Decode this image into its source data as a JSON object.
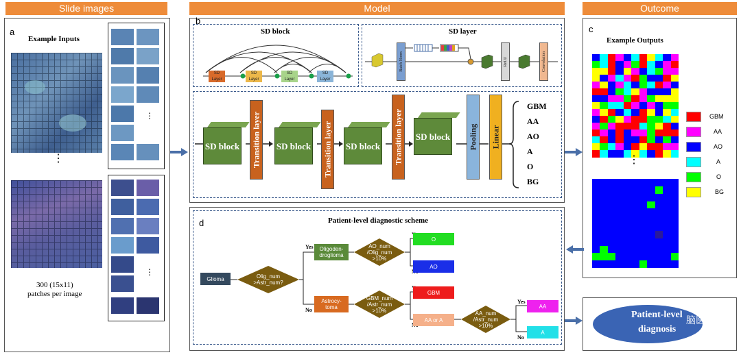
{
  "headers": {
    "slide": "Slide images",
    "model": "Model",
    "outcome": "Outcome"
  },
  "panel_a": {
    "letter": "a",
    "title": "Example Inputs",
    "dots": "⋮",
    "caption1": "300 (15x11)",
    "caption2": "patches per image"
  },
  "panel_b": {
    "letter": "b",
    "sd_block_title": "SD block",
    "sd_layer_title": "SD layer",
    "sd_layer_label": "SD Layer",
    "layer_ops": [
      "Batch Norm",
      "ReLU",
      "Convolution"
    ],
    "blocks": [
      "SD block",
      "SD block",
      "SD block",
      "SD block"
    ],
    "transition": "Transition layer",
    "pooling": "Pooling",
    "linear": "Linear",
    "classes": [
      "GBM",
      "AA",
      "AO",
      "A",
      "O",
      "BG"
    ]
  },
  "panel_c": {
    "letter": "c",
    "title": "Example Outputs",
    "dots": "⋮",
    "legend": [
      {
        "label": "GBM",
        "color": "#ff0000"
      },
      {
        "label": "AA",
        "color": "#ff00ff"
      },
      {
        "label": "AO",
        "color": "#0000ff"
      },
      {
        "label": "A",
        "color": "#00ffff"
      },
      {
        "label": "O",
        "color": "#00ff00"
      },
      {
        "label": "BG",
        "color": "#ffff00"
      }
    ]
  },
  "panel_d": {
    "letter": "d",
    "title": "Patient-level diagnostic scheme",
    "glioma": "Glioma",
    "q1": "Olig_num\n>Astr_num?",
    "yes": "Yes",
    "no": "No",
    "oligo": "Oligoden-\ndroglioma",
    "astro": "Astrocy-\ntoma",
    "q2": "AO_num\n/Olig_num\n>10%",
    "q3": "GBM_num\n/Astr_num\n>10%",
    "q4": "AA_num\n/Astr_num\n>10%",
    "out_o": "O",
    "out_ao": "AO",
    "out_gbm": "GBM",
    "out_aa_or_a": "AA or A",
    "out_aa": "AA",
    "out_a": "A"
  },
  "diagnosis": {
    "line1": "Patient-level",
    "line2": "diagnosis",
    "watermark": "脑医汇"
  }
}
